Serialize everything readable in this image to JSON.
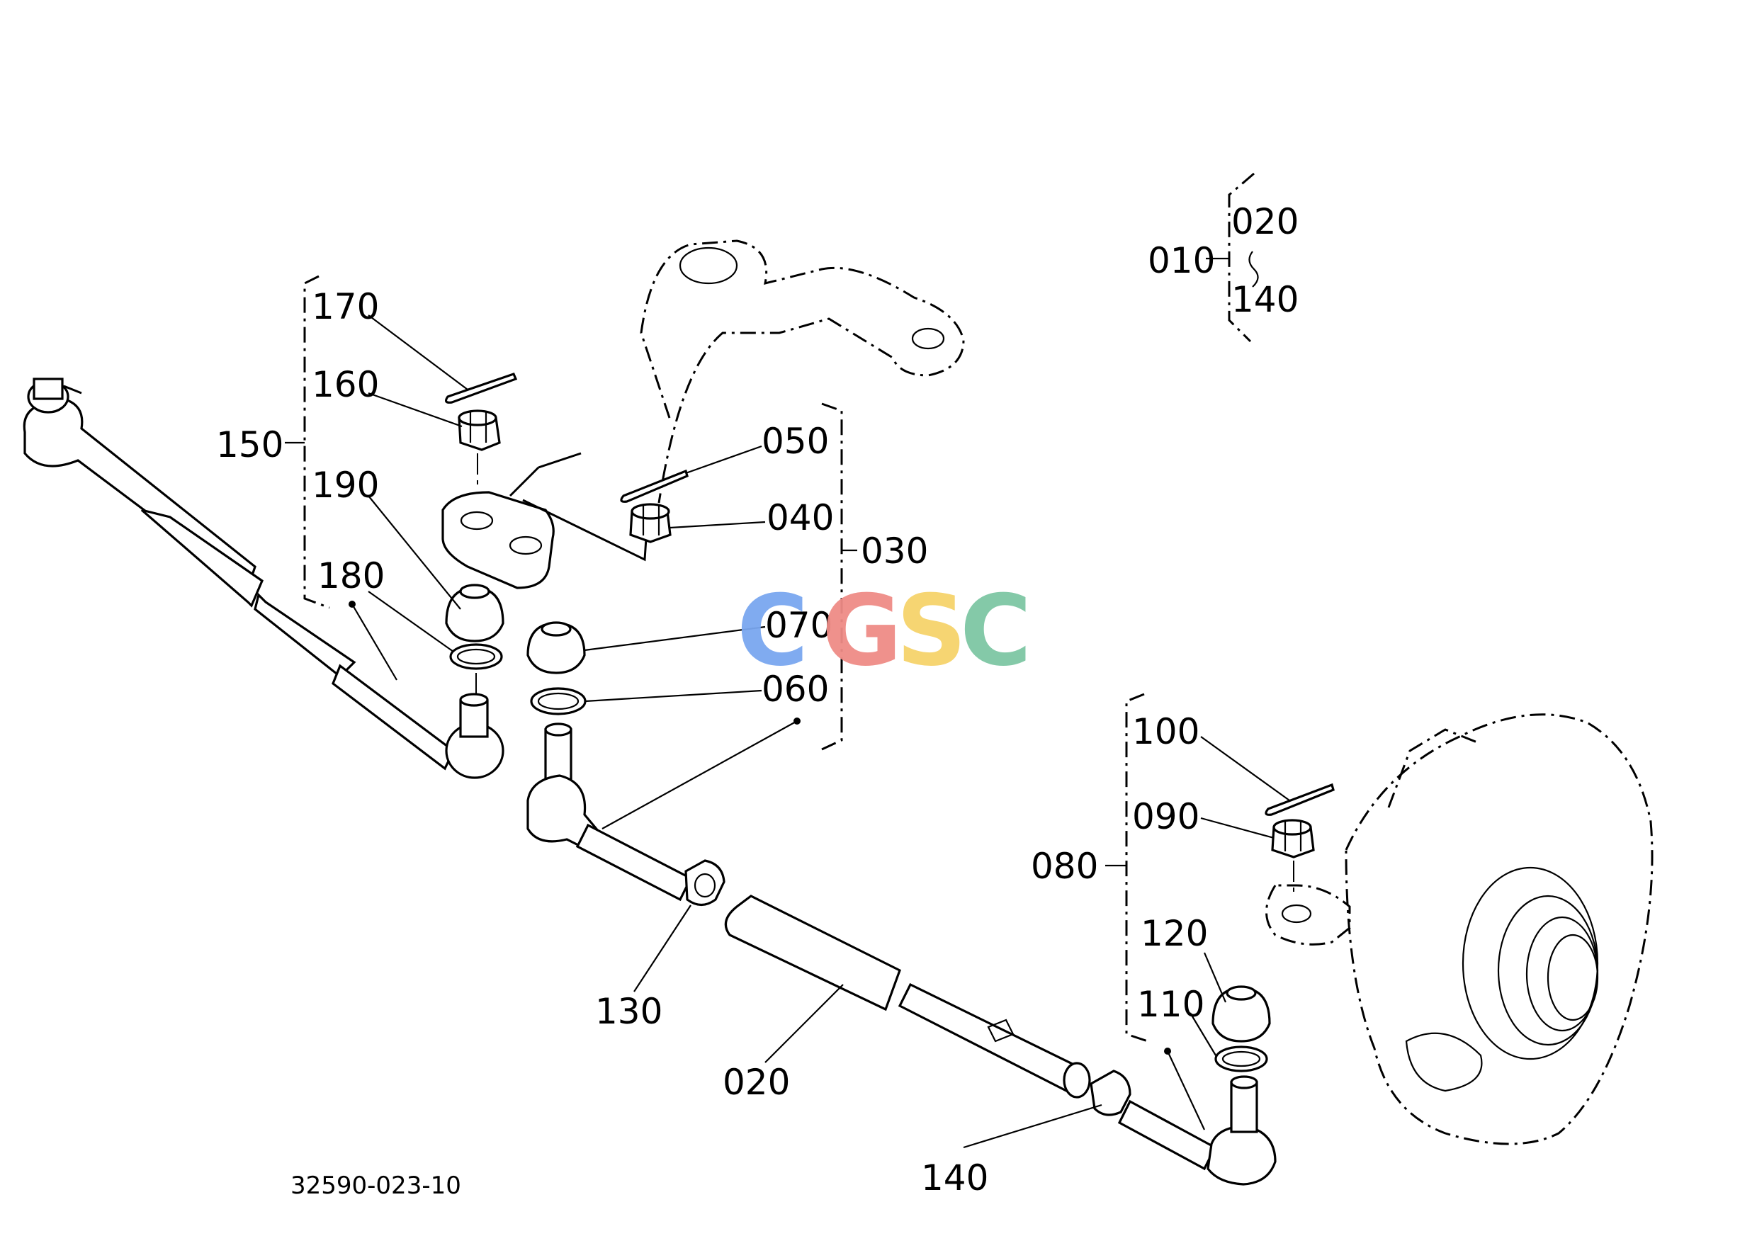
{
  "figure_number": "32590-023-10",
  "callouts": {
    "c010": "010",
    "c020_group": "020",
    "c140_group": "140",
    "c170": "170",
    "c160": "160",
    "c150": "150",
    "c190": "190",
    "c180": "180",
    "c050": "050",
    "c040": "040",
    "c030": "030",
    "c070": "070",
    "c060": "060",
    "c100": "100",
    "c090": "090",
    "c080": "080",
    "c120": "120",
    "c110": "110",
    "c130": "130",
    "c020": "020",
    "c140": "140"
  },
  "watermark": {
    "letters": [
      "C",
      "G",
      "S",
      "C"
    ],
    "colors": [
      "#7aa7f0",
      "#ef8c86",
      "#f6d36b",
      "#7ec7a4"
    ]
  }
}
